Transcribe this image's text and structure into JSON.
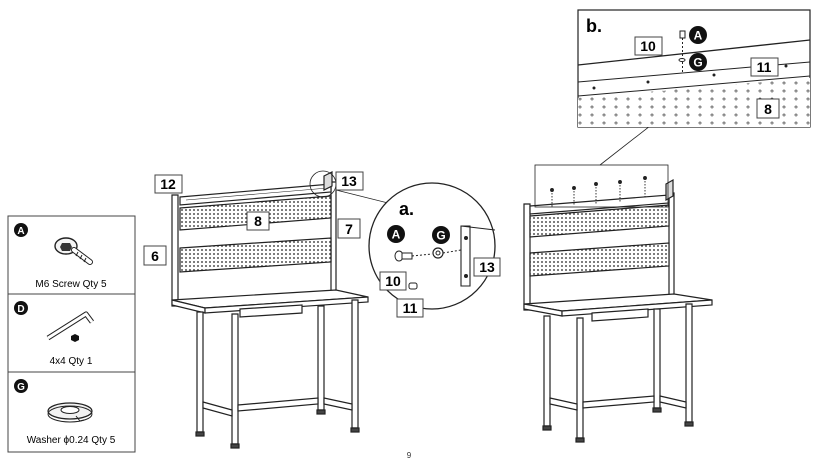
{
  "parts": [
    {
      "badge": "A",
      "caption": "M6 Screw Qty 5",
      "icon": "screw-icon"
    },
    {
      "badge": "D",
      "caption": "4x4 Qty 1",
      "icon": "hex-key-icon"
    },
    {
      "badge": "G",
      "caption": "Washer ϕ0.24 Qty 5",
      "icon": "washer-icon"
    }
  ],
  "labels": {
    "p6": "6",
    "p7": "7",
    "p8": "8",
    "p12": "12",
    "p13": "13",
    "a_10": "10",
    "a_11": "11",
    "a_13": "13",
    "b_10": "10",
    "b_11": "11",
    "b_8": "8"
  },
  "detail_a": {
    "title": "a.",
    "badge_screw": "A",
    "badge_washer": "G"
  },
  "detail_b": {
    "title": "b.",
    "badge_screw": "A",
    "badge_washer": "G"
  },
  "page_number": "9"
}
